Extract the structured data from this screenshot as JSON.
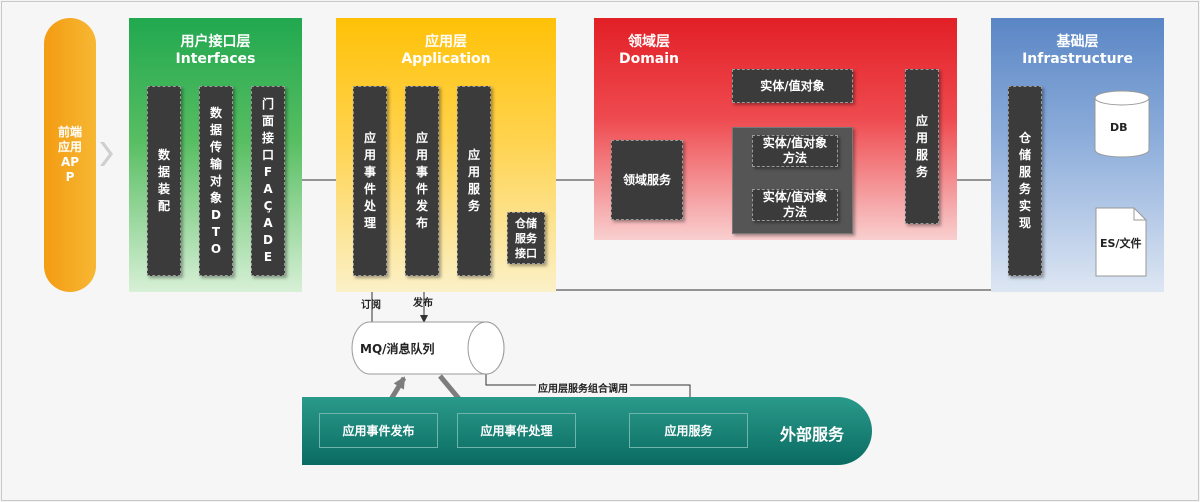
{
  "frontend": {
    "label": "前端应用APP"
  },
  "interfaces": {
    "title_cn": "用户接口层",
    "title_en": "Interfaces",
    "boxes": [
      "数据装配",
      "数据传输对象DTO",
      "门面接口FAÇADE"
    ]
  },
  "application": {
    "title_cn": "应用层",
    "title_en": "Application",
    "boxes": [
      "应用事件处理",
      "应用事件发布",
      "应用服务"
    ],
    "repo_interface": "仓储服务接口"
  },
  "domain": {
    "title_cn": "领域层",
    "title_en": "Domain",
    "domain_service": "领域服务",
    "entity": "实体/值对象",
    "entity_method_1": "实体/值对象方法",
    "entity_method_2": "实体/值对象方法",
    "app_service": "应用服务"
  },
  "infrastructure": {
    "title_cn": "基础层",
    "title_en": "Infrastructure",
    "repo_impl": "仓储服务实现",
    "db": "DB",
    "file": "ES/文件"
  },
  "mq": {
    "label": "MQ/消息队列",
    "subscribe": "订阅",
    "publish": "发布"
  },
  "external": {
    "title": "外部服务",
    "boxes": [
      "应用事件发布",
      "应用事件处理",
      "应用服务"
    ],
    "call_label": "应用层服务组合调用"
  }
}
